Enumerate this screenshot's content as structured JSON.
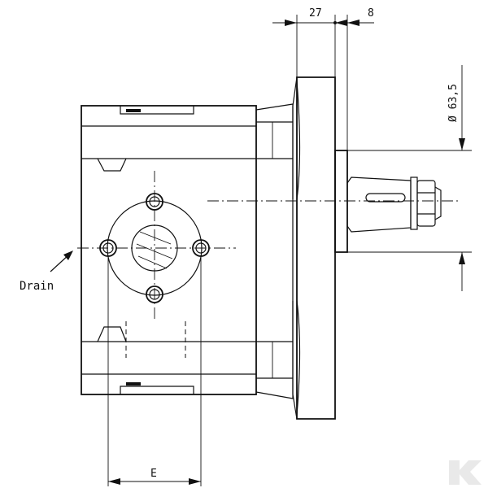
{
  "dimensions": {
    "flange_thickness": "27",
    "shaft_offset": "8",
    "pilot_diameter": "Ø 63,5",
    "port_spacing": "E"
  },
  "labels": {
    "drain": "Drain"
  },
  "watermark": {
    "letter": "K"
  },
  "colors": {
    "line": "#111111",
    "background": "#ffffff",
    "watermark": "#e9e9e9"
  }
}
